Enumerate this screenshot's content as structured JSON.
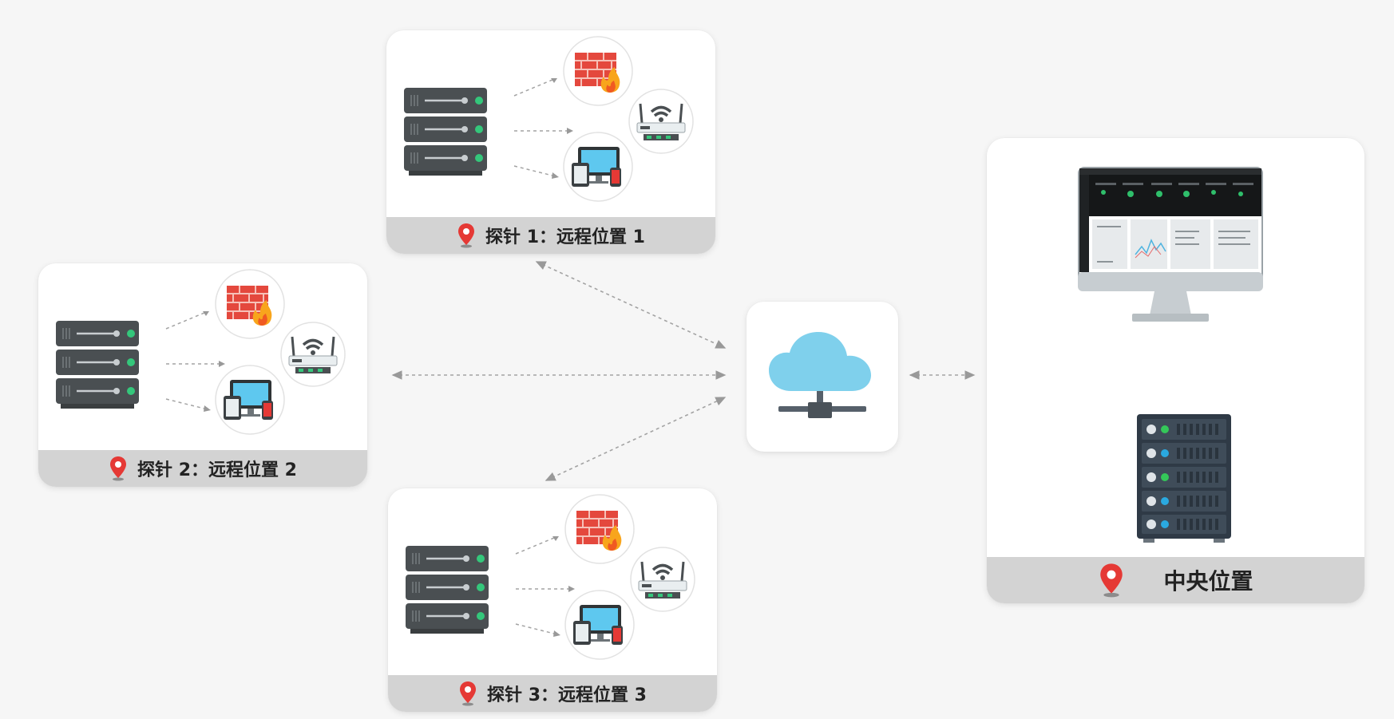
{
  "probes": [
    {
      "label": "探针 1：远程位置 1"
    },
    {
      "label": "探针 2：远程位置 2"
    },
    {
      "label": "探针 3：远程位置 3"
    }
  ],
  "central": {
    "label": "中央位置"
  },
  "icons": {
    "location": "map-pin-icon",
    "probe_server": "server-rack-icon",
    "firewall": "firewall-icon",
    "router": "wifi-router-icon",
    "devices": "devices-icon",
    "cloud": "cloud-network-icon",
    "monitor": "monitor-dashboard-icon",
    "central_server": "server-tower-icon"
  },
  "colors": {
    "pin": "#e53935",
    "server": "#4a4f52",
    "server_led": "#34c77b",
    "cloud": "#7fd0ec",
    "firewall": "#e4483d",
    "caption_bg": "#d3d3d3",
    "arrow": "#9a9a9a"
  }
}
